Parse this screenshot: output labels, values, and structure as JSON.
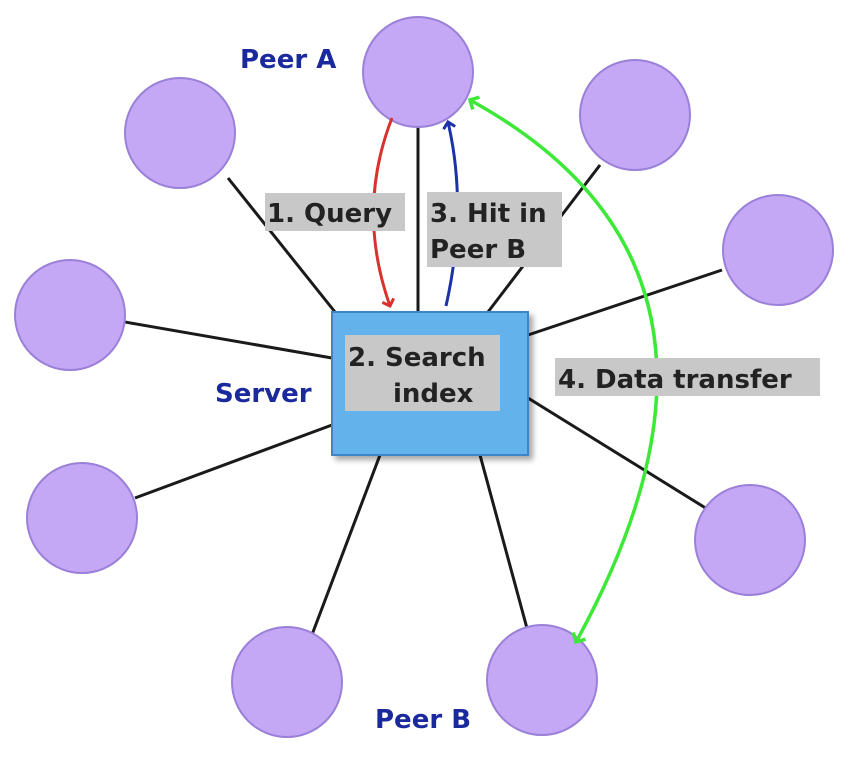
{
  "labels": {
    "peer_a": "Peer A",
    "peer_b": "Peer B",
    "server": "Server"
  },
  "steps": {
    "query": "1. Query",
    "hit_line1": "3. Hit in",
    "hit_line2": "Peer B",
    "search_line1": "2. Search",
    "search_line2": "index",
    "transfer": "4. Data transfer"
  },
  "colors": {
    "peer_fill": "#c4a8f5",
    "peer_stroke": "#9a80d8",
    "server_fill": "#64b2ec",
    "server_stroke": "#3d86c6",
    "label_box": "#c8c8c8",
    "label_blue": "#1a2a9c",
    "text_dark": "#222222",
    "query_arrow": "#d8322d",
    "hit_arrow": "#1e32a8",
    "transfer_arrow": "#3ee838",
    "link": "#1a1a1a"
  }
}
